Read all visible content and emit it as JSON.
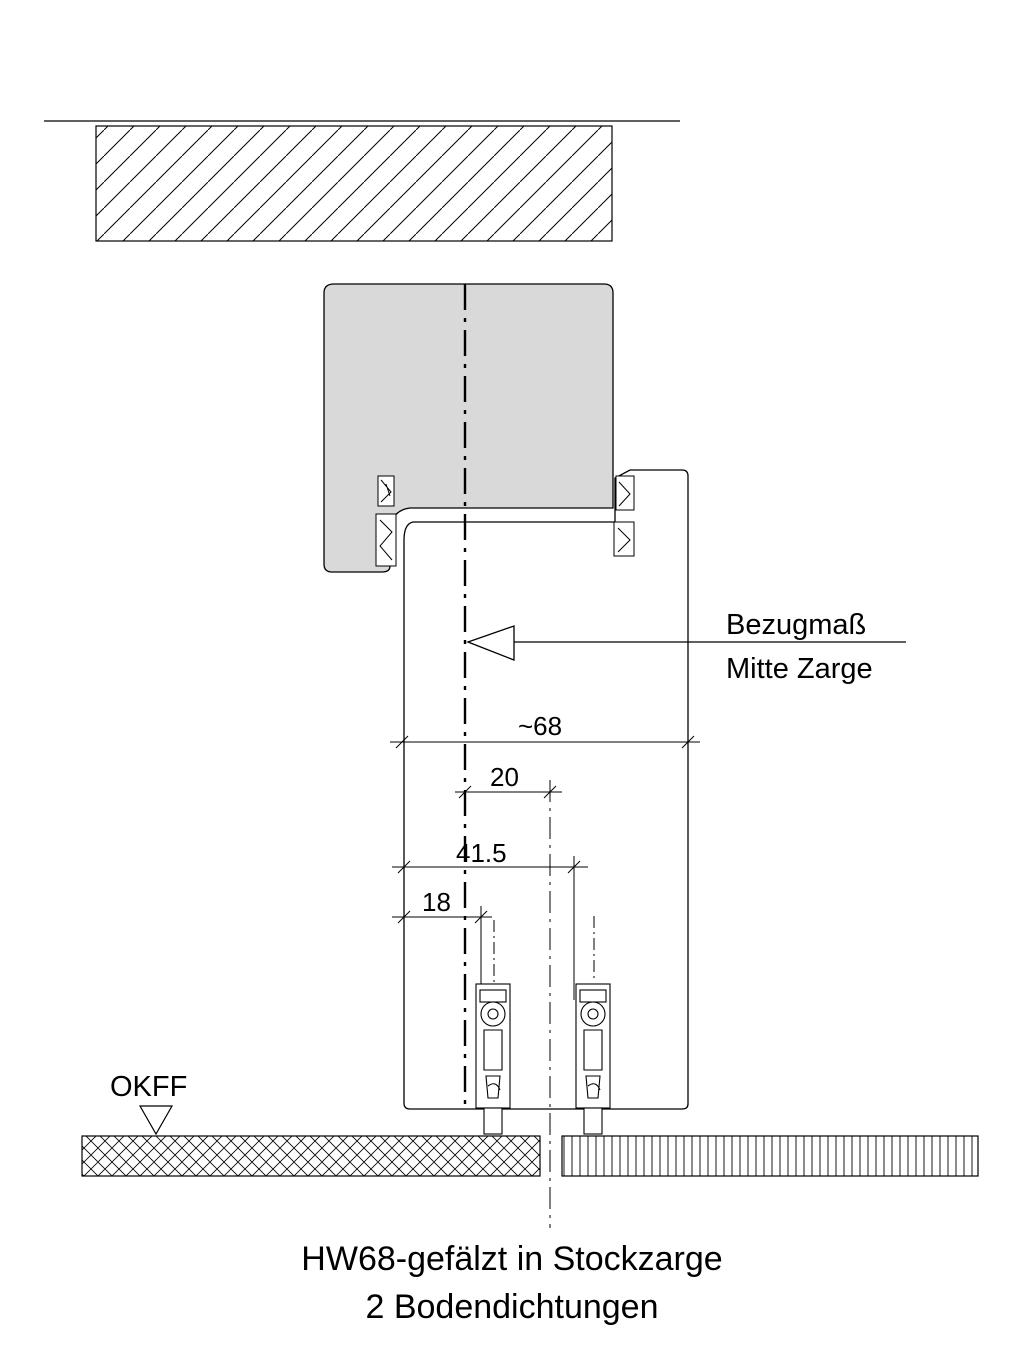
{
  "labels": {
    "reference_line1": "Bezugmaß",
    "reference_line2": "Mitte Zarge",
    "floor_level": "OKFF",
    "caption_line1": "HW68-gefälzt in Stockzarge",
    "caption_line2": "2 Bodendichtungen"
  },
  "dimensions": {
    "door_thickness": "~68",
    "center_offset": "20",
    "second_seal": "41.5",
    "first_seal": "18"
  },
  "colors": {
    "line": "#000000",
    "frame_fill": "#d9d9d9",
    "background": "#ffffff"
  }
}
